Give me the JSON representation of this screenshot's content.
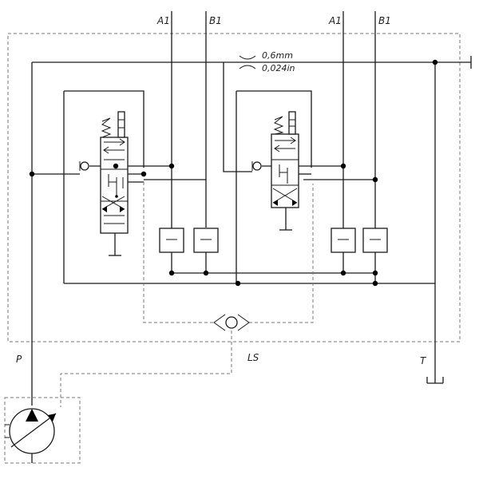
{
  "labels": {
    "port_a_left": "A1",
    "port_b_left": "B1",
    "port_a_right": "A1",
    "port_b_right": "B1",
    "orifice_mm": "0,6mm",
    "orifice_in": "0,024in",
    "pressure": "P",
    "load_sense": "LS",
    "tank": "T"
  },
  "icons": {
    "pump": "variable-displacement-pump-symbol",
    "shuttle": "shuttle-valve-symbol",
    "orifice": "orifice-restriction-symbol",
    "spring": "spring-symbol",
    "valve": "directional-control-valve-symbol",
    "check": "check-valve-symbol"
  },
  "colors": {
    "line": "#1a1a1a",
    "pilot": "#777777"
  }
}
